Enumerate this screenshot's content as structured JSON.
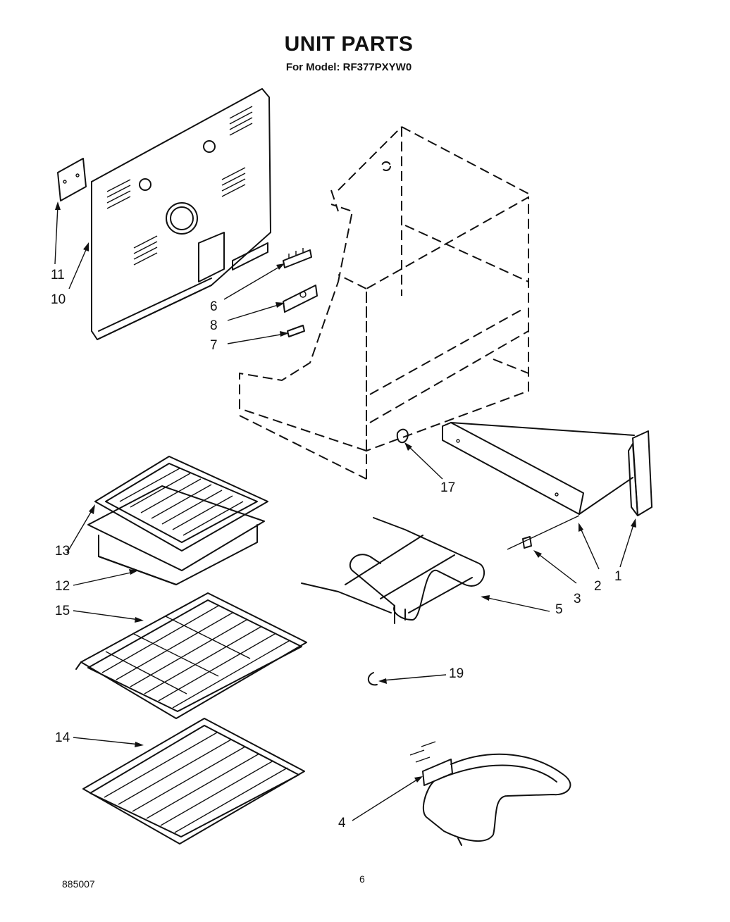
{
  "title": "UNIT PARTS",
  "subtitle": "For Model: RF377PXYW0",
  "footer_code": "885007",
  "page_number": "6",
  "callouts": [
    "11",
    "10",
    "6",
    "8",
    "7",
    "17",
    "13",
    "12",
    "15",
    "1",
    "2",
    "3",
    "5",
    "19",
    "14",
    "4"
  ]
}
